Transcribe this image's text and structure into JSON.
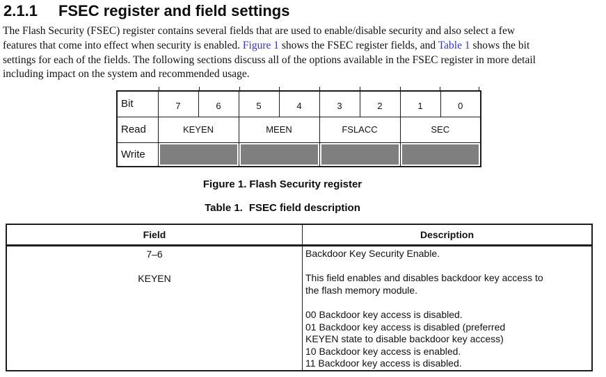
{
  "colors": {
    "link_blue": "#3333e0",
    "register_write_gray": "#7f7f7f"
  },
  "heading": {
    "number": "2.1.1",
    "title": "FSEC register and field settings"
  },
  "intro": {
    "line1": "The Flash Security (FSEC) register contains several fields that are used to enable/disable security and also select a few",
    "line2_pre": "features that come into effect when security is enabled. ",
    "line2_link1": "Figure 1",
    "line2_mid": " shows the FSEC register fields, and ",
    "line2_link2": "Table 1",
    "line2_post": " shows the bit",
    "line3": "settings for each of the fields. The following sections discuss all of the options available in the FSEC register in more detail",
    "line4": "including impact on the system and recommended usage."
  },
  "register_figure": {
    "row_labels": [
      "Bit",
      "Read",
      "Write"
    ],
    "bits": [
      "7",
      "6",
      "5",
      "4",
      "3",
      "2",
      "1",
      "0"
    ],
    "fields": [
      "KEYEN",
      "MEEN",
      "FSLACC",
      "SEC"
    ]
  },
  "figure_caption": {
    "label": "Figure 1.",
    "text": "Flash Security register"
  },
  "table_caption": {
    "label": "Table 1.",
    "text": "FSEC field description"
  },
  "field_table": {
    "col_headers": [
      "Field",
      "Description"
    ],
    "rows": [
      {
        "field": "7–6\n\nKEYEN",
        "description": "Backdoor Key Security Enable.\n\nThis field enables and disables backdoor key access to\nthe flash memory module.\n\n00 Backdoor key access is disabled.\n01 Backdoor key access is disabled (preferred\nKEYEN state to disable backdoor key access)\n10 Backdoor key access is enabled.\n11 Backdoor key access is disabled."
      }
    ]
  }
}
